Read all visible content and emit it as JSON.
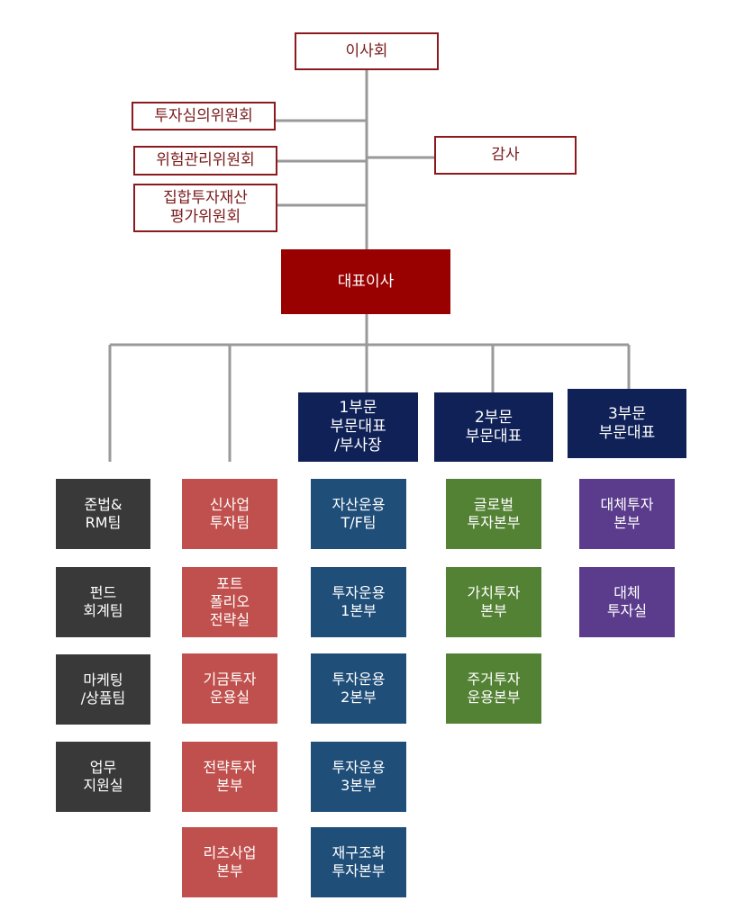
{
  "top": {
    "board": "이사회",
    "committee_investment": "투자심의위원회",
    "committee_risk": "위험관리위원회",
    "committee_valuation": "집합투자재산\n평가위원회",
    "audit": "감사",
    "ceo": "대표이사"
  },
  "divisions": {
    "div1": "1부문\n부문대표\n/부사장",
    "div2": "2부문\n부문대표",
    "div3": "3부문\n부문대표"
  },
  "columns": {
    "support": [
      "준법&\nRM팀",
      "펀드\n회계팀",
      "마케팅\n/상품팀",
      "업무\n지원실"
    ],
    "newbiz": [
      "신사업\n투자팀",
      "포트\n폴리오\n전략실",
      "기금투자\n운용실",
      "전략투자\n본부",
      "리츠사업\n본부"
    ],
    "div1_units": [
      "자산운용\nT/F팀",
      "투자운용\n1본부",
      "투자운용\n2본부",
      "투자운용\n3본부",
      "재구조화\n투자본부"
    ],
    "div2_units": [
      "글로벌\n투자본부",
      "가치투자\n본부",
      "주거투자\n운용본부"
    ],
    "div3_units": [
      "대체투자\n본부",
      "대체\n투자실"
    ]
  },
  "colors": {
    "outline_border": "#8b1a1f",
    "ceo": "#990000",
    "division": "#0f2157",
    "support": "#393939",
    "newbiz": "#c0504d",
    "div1_units": "#1f4e79",
    "div2_units": "#548235",
    "div3_units": "#5b3b8c",
    "connector": "#999999"
  }
}
